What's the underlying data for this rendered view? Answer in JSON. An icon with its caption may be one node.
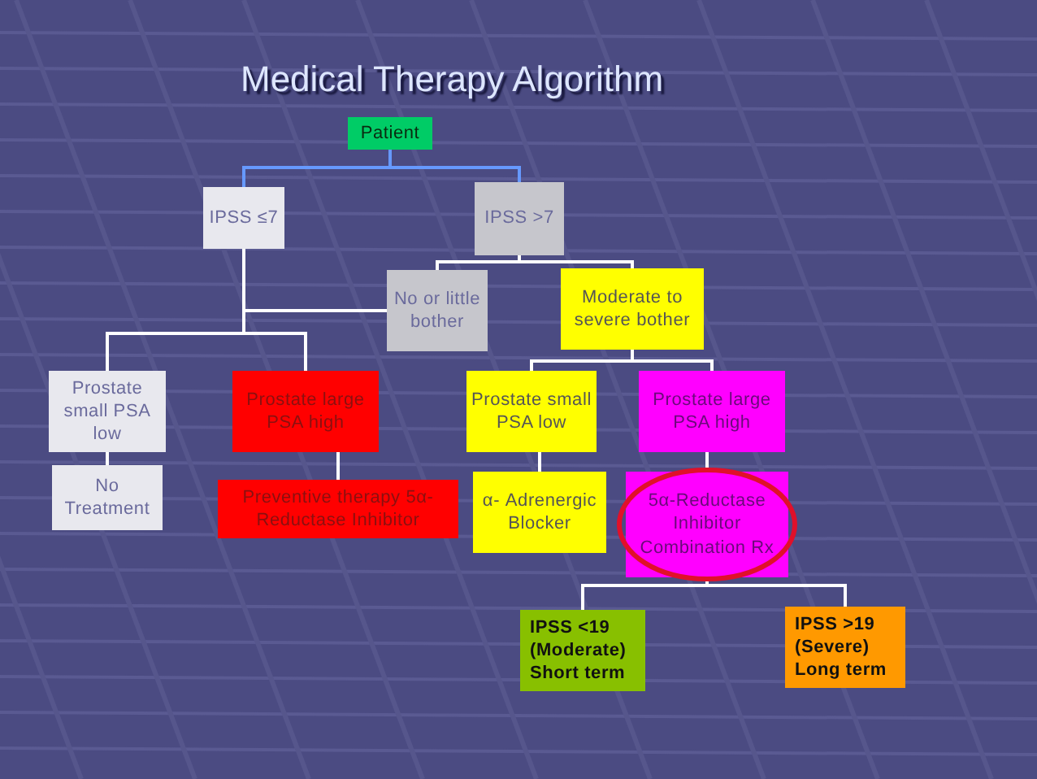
{
  "diagram": {
    "title": "Medical Therapy Algorithm",
    "nodes": [
      {
        "text": [
          "Patient"
        ]
      },
      {
        "text": [
          "IPSS ≤7"
        ]
      },
      {
        "text": [
          "IPSS >7"
        ]
      },
      {
        "text": [
          "No or little bother"
        ]
      },
      {
        "text": [
          "Moderate to severe bother"
        ]
      },
      {
        "text": [
          "Prostate small PSA low"
        ]
      },
      {
        "text": [
          "Prostate large PSA high"
        ]
      },
      {
        "text": [
          "Prostate small PSA low"
        ]
      },
      {
        "text": [
          "Prostate large PSA high"
        ]
      },
      {
        "text": [
          "No Treatment"
        ]
      },
      {
        "text": [
          "Preventive therapy 5α-Reductase Inhibitor"
        ]
      },
      {
        "text": [
          "α- Adrenergic Blocker"
        ]
      },
      {
        "text": [
          "5α-Reductase Inhibitor Combination Rx"
        ]
      },
      {
        "text": [
          "IPSS <19 (Moderate) Short term"
        ]
      },
      {
        "text": [
          "IPSS >19 (Severe) Long term"
        ]
      }
    ],
    "edges": [
      {
        "from": 0,
        "to": 1,
        "arrow": "none",
        "color": "#6699ff"
      },
      {
        "from": 0,
        "to": 2,
        "arrow": "none",
        "color": "#6699ff"
      },
      {
        "from": 2,
        "to": 3,
        "arrow": "none"
      },
      {
        "from": 2,
        "to": 4,
        "arrow": "none"
      },
      {
        "from": 1,
        "to": 5,
        "arrow": "none"
      },
      {
        "from": 1,
        "to": 6,
        "arrow": "none"
      },
      {
        "from": 3,
        "to": 5,
        "arrow": "none"
      },
      {
        "from": 3,
        "to": 6,
        "arrow": "none"
      },
      {
        "from": 4,
        "to": 7,
        "arrow": "none"
      },
      {
        "from": 4,
        "to": 8,
        "arrow": "none"
      },
      {
        "from": 5,
        "to": 9,
        "arrow": "none"
      },
      {
        "from": 6,
        "to": 10,
        "arrow": "none"
      },
      {
        "from": 7,
        "to": 11,
        "arrow": "none"
      },
      {
        "from": 8,
        "to": 12,
        "arrow": "none"
      },
      {
        "from": 12,
        "to": 13,
        "arrow": "none"
      },
      {
        "from": 12,
        "to": 14,
        "arrow": "none"
      }
    ]
  }
}
